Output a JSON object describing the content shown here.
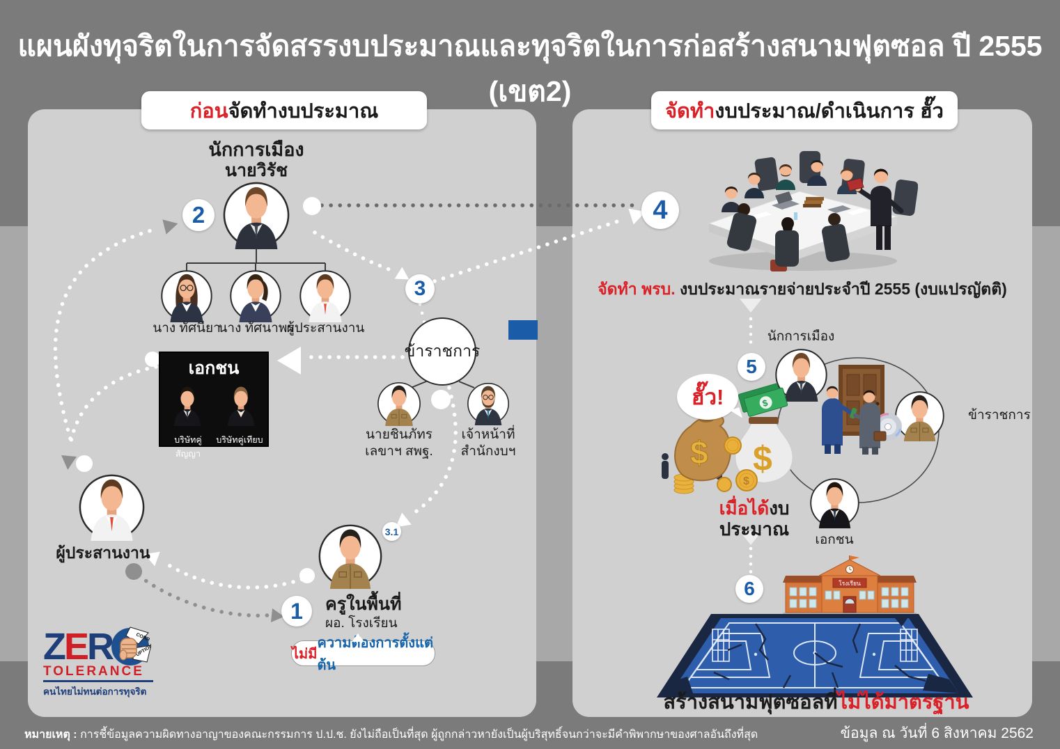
{
  "title": "แผนผังทุจริตในการจัดสรรงบประมาณและทุจริตในการก่อสร้างสนามฟุตซอล ปี 2555 (เขต2)",
  "left": {
    "header_red": "ก่อน",
    "header_rest": "จัดทำงบประมาณ",
    "politician_role": "นักการเมือง",
    "politician_name": "นายวิรัช",
    "num1": "1",
    "num2": "2",
    "num3": "3",
    "num31": "3.1",
    "sub1": "นาง ทัศนียา",
    "sub2": "นาง ทัศนาพร",
    "sub3": "ผู้ประสานงาน",
    "ekachon_title": "เอกชน",
    "ekachon_l1": "บริษัทคู่สัญญา",
    "ekachon_l2": "บริษัทคู่เทียบ",
    "civil": "ข้าราชการ",
    "off1_l1": "นายชินภัทร",
    "off1_l2": "เลขาฯ สพฐ.",
    "off2_l1": "เจ้าหน้าที่",
    "off2_l2": "สำนักงบฯ",
    "coordinator": "ผู้ประสานงาน",
    "teacher_l1": "ครูในพื้นที่",
    "teacher_l2": "ผอ. โรงเรียน",
    "bubble_red": "ไม่มี",
    "bubble_blue": "ความต้องการตั้งแต่ต้น"
  },
  "right": {
    "header_red": "จัดทำ",
    "header_rest": "งบประมาณ/ดำเนินการ ฮั๊ว",
    "num4": "4",
    "num5": "5",
    "num6": "6",
    "act_red": "จัดทำ พรบ.",
    "act_rest": " งบประมาณรายจ่ายประจำปี 2555 (งบแปรญัตติ)",
    "hua": "ฮั๊ว!",
    "circle_politician": "นักการเมือง",
    "circle_civil": "ข้าราชการ",
    "circle_private": "เอกชน",
    "got_red": "เมื่อได้",
    "got_rest": "งบประมาณ",
    "school_sign": "โรงเรียน",
    "result_black": "สร้างสนามฟุตซอลที่",
    "result_red": "ไม่ได้มาตรฐาน"
  },
  "logo": {
    "z": "Z",
    "e": "E",
    "r": "R",
    "tolerance": "TOLERANCE",
    "tagline": "คนไทยไม่ทนต่อการทุจริต",
    "corr1": "CORR",
    "corr2": "UPTION"
  },
  "footer": {
    "note_bold": "หมายเหตุ :",
    "note": " การชี้ข้อมูลความผิดทางอาญาของคณะกรรมการ ป.ป.ช. ยังไม่ถือเป็นที่สุด ผู้ถูกกล่าวหายังเป็นผู้บริสุทธิ์จนกว่าจะมีคำพิพากษาของศาลอันถึงที่สุด",
    "date": "ข้อมูล ณ วันที่ 6 สิงหาคม 2562"
  },
  "colors": {
    "accent_blue": "#1a5ca8",
    "accent_red": "#da2128",
    "panel_gray": "#d0d0d0",
    "bg_dark": "#7b7b7b",
    "bg_mid": "#a8a8a8"
  }
}
